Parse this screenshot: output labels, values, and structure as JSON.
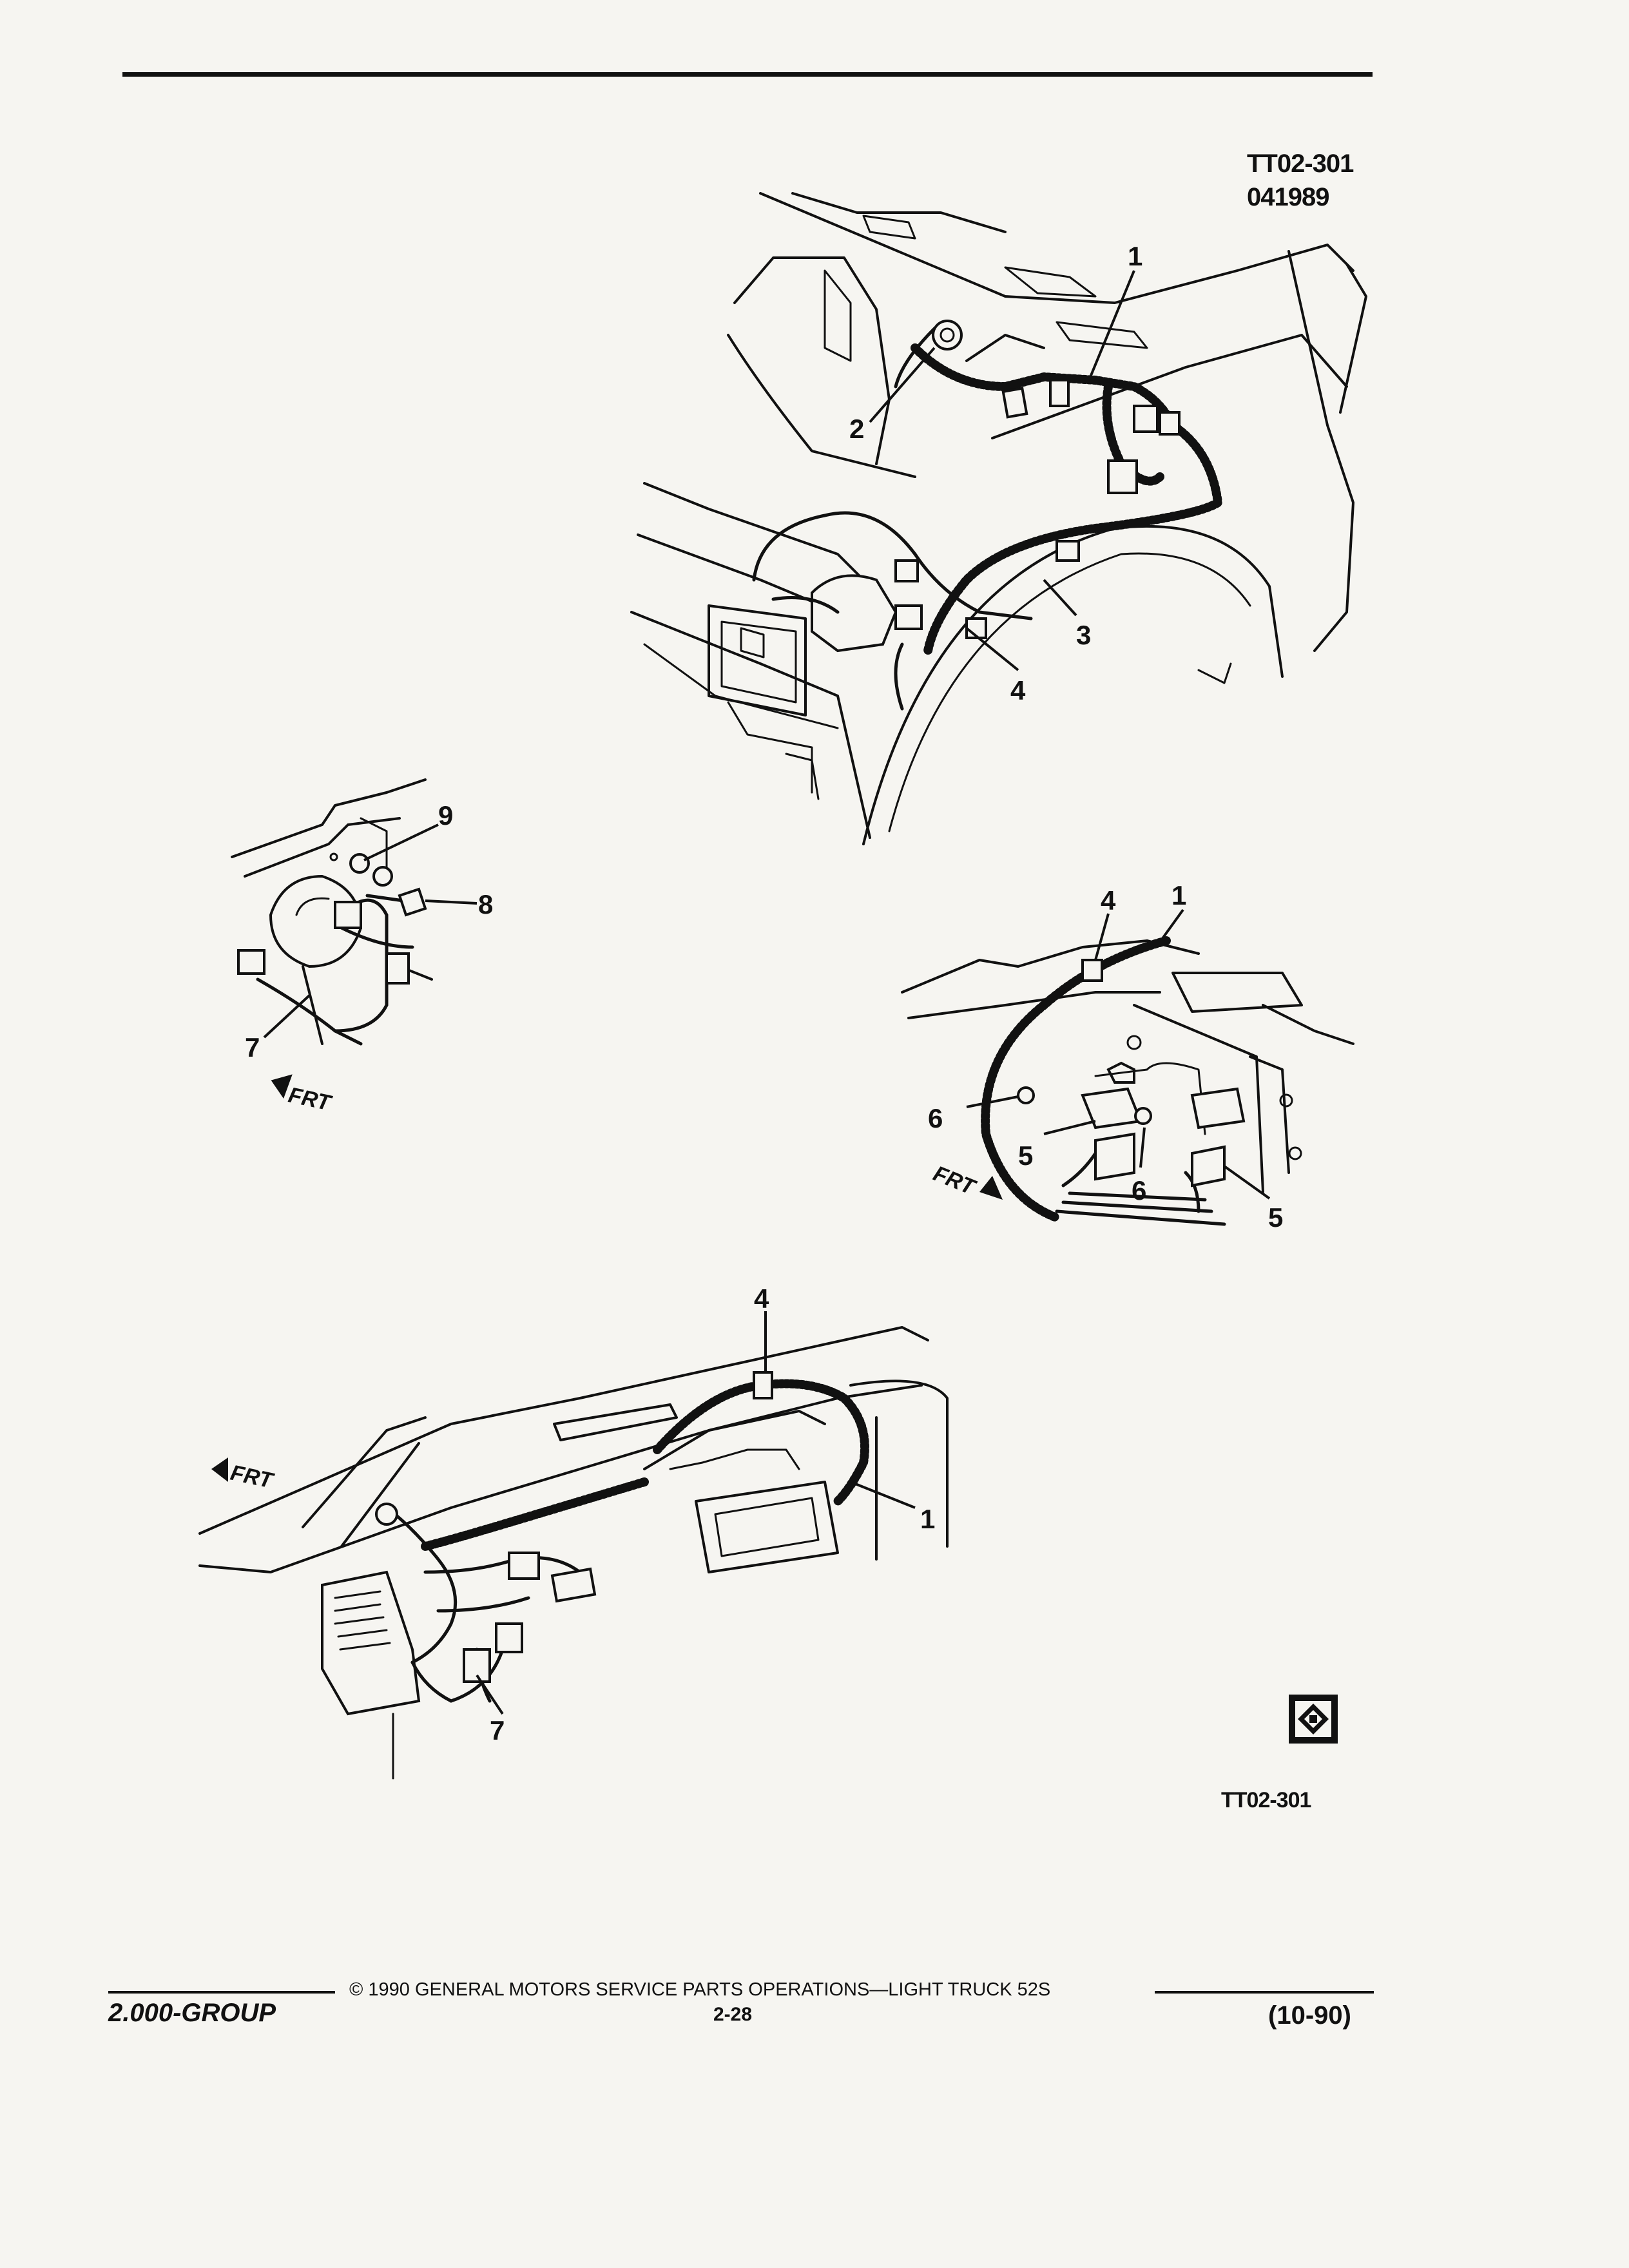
{
  "header": {
    "figure_code": "TT02-301",
    "date_code": "041989"
  },
  "views": {
    "engine_compartment": {
      "callouts": [
        "1",
        "2",
        "3",
        "4"
      ]
    },
    "headlamp_detail": {
      "callouts": [
        "9",
        "8",
        "7"
      ],
      "direction": "FRT"
    },
    "relay_detail": {
      "callouts": [
        "4",
        "1",
        "6",
        "5",
        "6",
        "5"
      ],
      "direction": "FRT"
    },
    "instrument_panel": {
      "callouts": [
        "4",
        "1",
        "7"
      ],
      "direction": "FRT"
    }
  },
  "footer_figure_code": "TT02-301",
  "footer": {
    "group": "2.000-GROUP",
    "copyright": "© 1990 GENERAL MOTORS SERVICE PARTS OPERATIONS—LIGHT TRUCK 52S",
    "page_number": "2-28",
    "revision": "(10-90)"
  }
}
